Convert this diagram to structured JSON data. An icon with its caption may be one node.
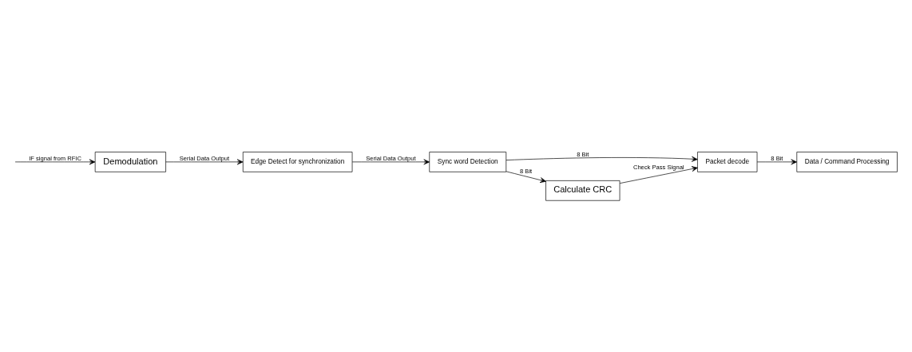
{
  "diagram": {
    "nodes": [
      {
        "text": [
          "Demodulation"
        ]
      },
      {
        "text": [
          "Edge Detect for synchronization"
        ]
      },
      {
        "text": [
          "Sync word Detection"
        ]
      },
      {
        "text": [
          "Packet decode"
        ]
      },
      {
        "text": [
          "Data / Command Processing"
        ]
      },
      {
        "text": [
          "Calculate CRC"
        ]
      }
    ],
    "edges": [
      {
        "from": null,
        "to": 0,
        "arrow": "to",
        "label": "IF signal from RFIC"
      },
      {
        "from": 0,
        "to": 1,
        "arrow": "to",
        "label": "Serial Data Output"
      },
      {
        "from": 1,
        "to": 2,
        "arrow": "to",
        "label": "Serial Data Output"
      },
      {
        "from": 2,
        "to": 3,
        "arrow": "to",
        "label": "8 Bit"
      },
      {
        "from": 2,
        "to": 5,
        "arrow": "to",
        "label": "8 Bit"
      },
      {
        "from": 3,
        "to": 4,
        "arrow": "to",
        "label": "8 Bit"
      },
      {
        "from": 5,
        "to": 3,
        "arrow": "to",
        "label": "Check Pass Signal"
      }
    ]
  }
}
